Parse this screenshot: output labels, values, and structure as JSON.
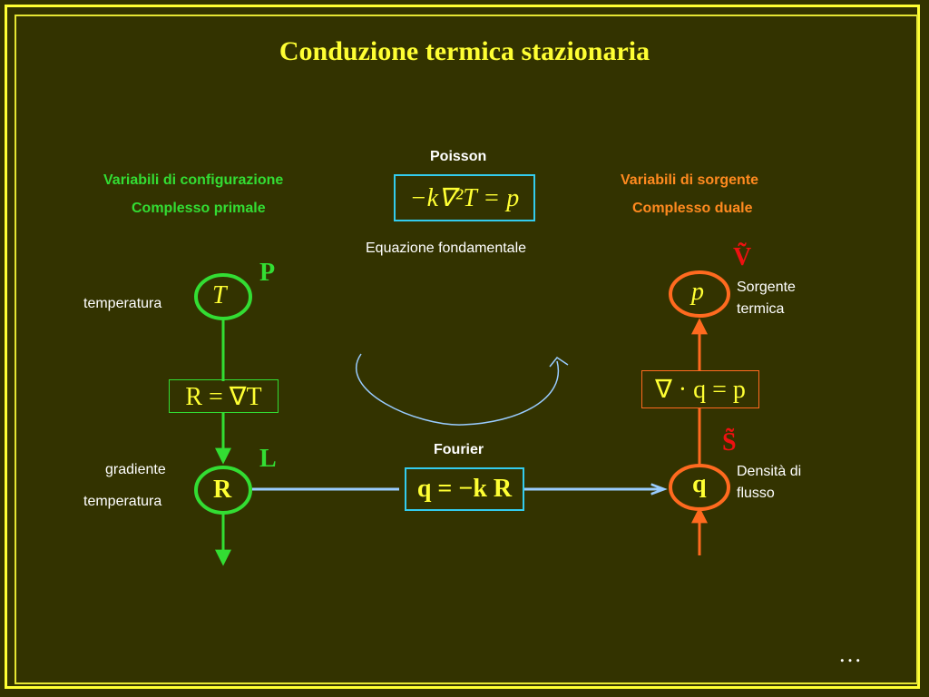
{
  "title": "Conduzione termica stazionaria",
  "left": {
    "heading": "Variabili di configurazione",
    "subheading": "Complesso primale",
    "node_top_symbol": "T",
    "node_top_label": "temperatura",
    "letter_top": "P",
    "equation": "R = ∇T",
    "letter_bottom": "L",
    "node_bottom_symbol": "R",
    "node_bottom_label_line1": "gradiente",
    "node_bottom_label_line2": "temperatura"
  },
  "center": {
    "poisson_label": "Poisson",
    "poisson_equation": "−k∇²T = p",
    "fundamental_label": "Equazione fondamentale",
    "fourier_label": "Fourier",
    "fourier_equation": "q = −k R"
  },
  "right": {
    "heading": "Variabili di sorgente",
    "subheading": "Complesso duale",
    "letter_top": "Ṽ",
    "node_top_symbol": "p",
    "node_top_label_line1": "Sorgente",
    "node_top_label_line2": "termica",
    "equation": "∇ · q = p",
    "letter_bottom": "S̃",
    "node_bottom_symbol": "q",
    "node_bottom_label_line1": "Densità di",
    "node_bottom_label_line2": "flusso"
  },
  "ellipsis": "…",
  "colors": {
    "background": "#333300",
    "frame": "#ffff33",
    "green": "#33dd33",
    "orange": "#ff8a1f",
    "cyan_box": "#33ccee",
    "arrow_blue": "#99ccff",
    "red": "#ee1111"
  }
}
